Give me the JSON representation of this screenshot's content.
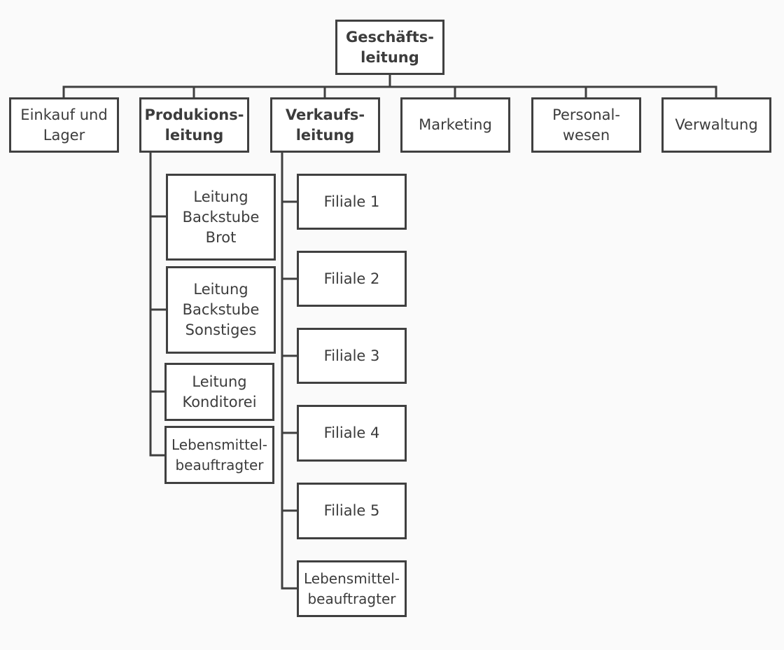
{
  "colors": {
    "line": "#404040",
    "box_fill": "#ffffff",
    "text": "#3c3c3c",
    "background": "#fafafa"
  },
  "nodes": {
    "root": {
      "label": "Geschäfts-\nleitung"
    },
    "einkauf": {
      "label": "Einkauf und\nLager"
    },
    "produktion": {
      "label": "Produkions-\nleitung"
    },
    "verkauf": {
      "label": "Verkaufs-\nleitung"
    },
    "marketing": {
      "label": "Marketing"
    },
    "personal": {
      "label": "Personal-\nwesen"
    },
    "verwaltung": {
      "label": "Verwaltung"
    },
    "p_brot": {
      "label": "Leitung\nBackstube\nBrot"
    },
    "p_sonstiges": {
      "label": "Leitung\nBackstube\nSonstiges"
    },
    "p_konditorei": {
      "label": "Leitung\nKonditorei"
    },
    "p_lebensmittel": {
      "label": "Lebensmittel-\nbeauftragter"
    },
    "v_filiale1": {
      "label": "Filiale 1"
    },
    "v_filiale2": {
      "label": "Filiale 2"
    },
    "v_filiale3": {
      "label": "Filiale 3"
    },
    "v_filiale4": {
      "label": "Filiale 4"
    },
    "v_filiale5": {
      "label": "Filiale 5"
    },
    "v_lebensmittel": {
      "label": "Lebensmittel-\nbeauftragter"
    }
  }
}
